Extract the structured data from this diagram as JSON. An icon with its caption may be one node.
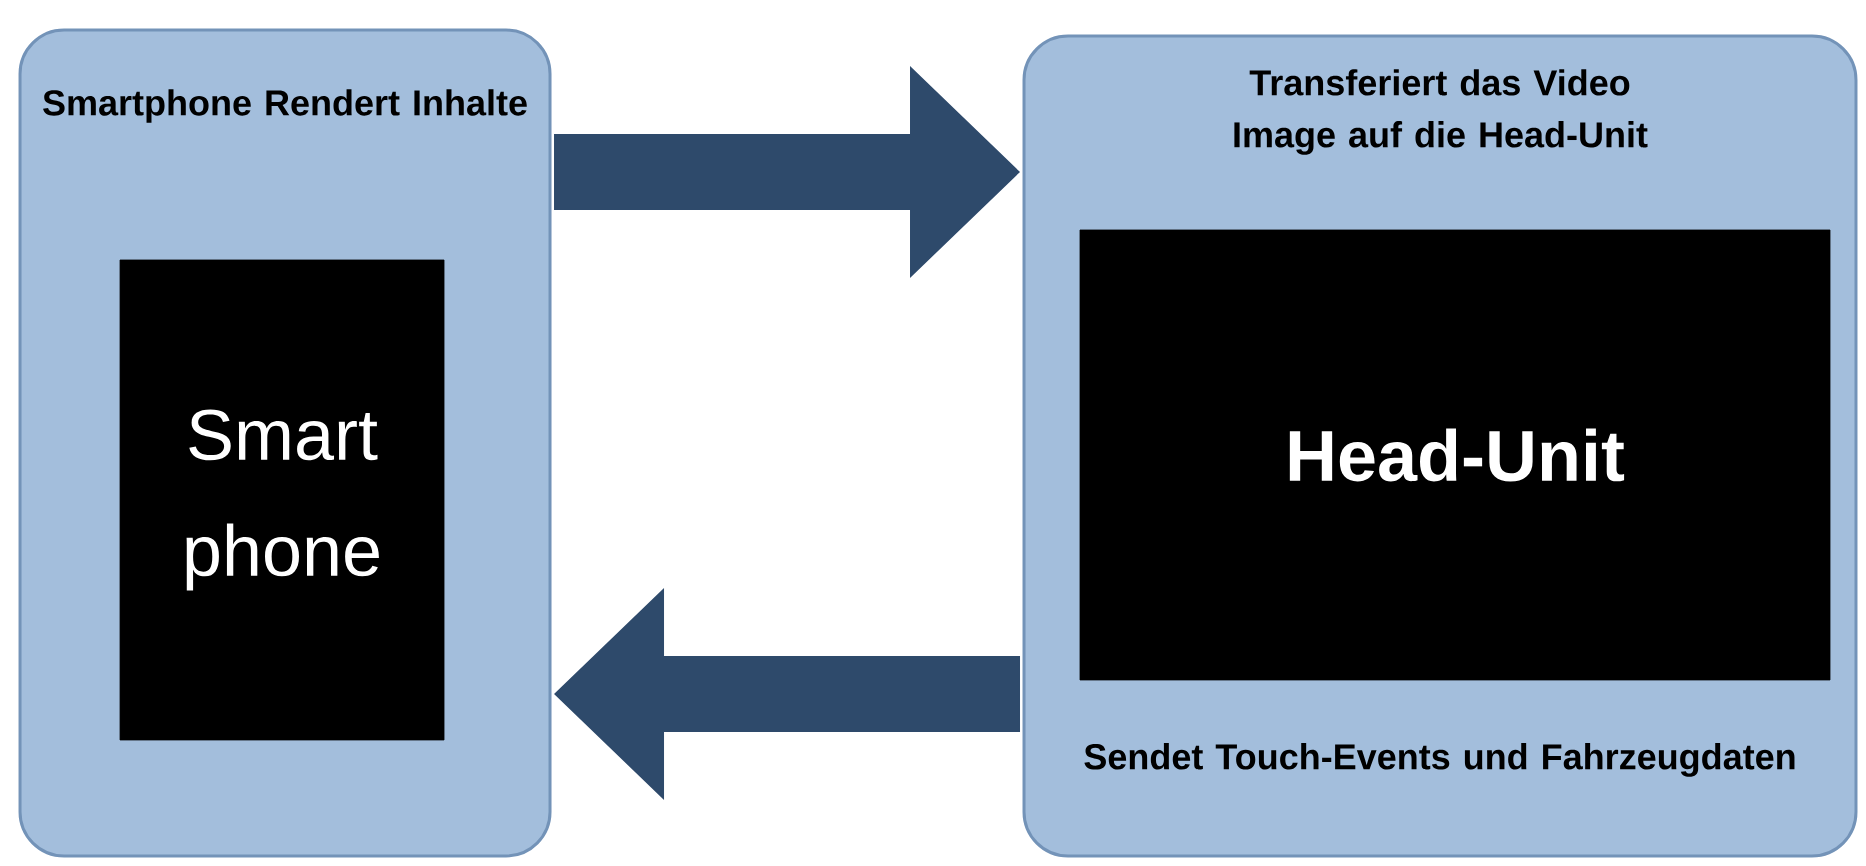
{
  "diagram": {
    "nodes": [
      {
        "text": [
          "Smartphone Rendert Inhalte"
        ]
      },
      {
        "text": [
          "Smart phone"
        ],
        "in": 0
      },
      {
        "text": [
          "Transferiert das Video Image auf die Head-Unit",
          "Sendet Touch-Events und Fahrzeugdaten"
        ]
      },
      {
        "text": [
          "Head-Unit"
        ],
        "in": 2
      }
    ],
    "edges": [
      {
        "from": 0,
        "to": 2,
        "arrow": "to"
      },
      {
        "from": 2,
        "to": 0,
        "arrow": "to"
      }
    ]
  }
}
